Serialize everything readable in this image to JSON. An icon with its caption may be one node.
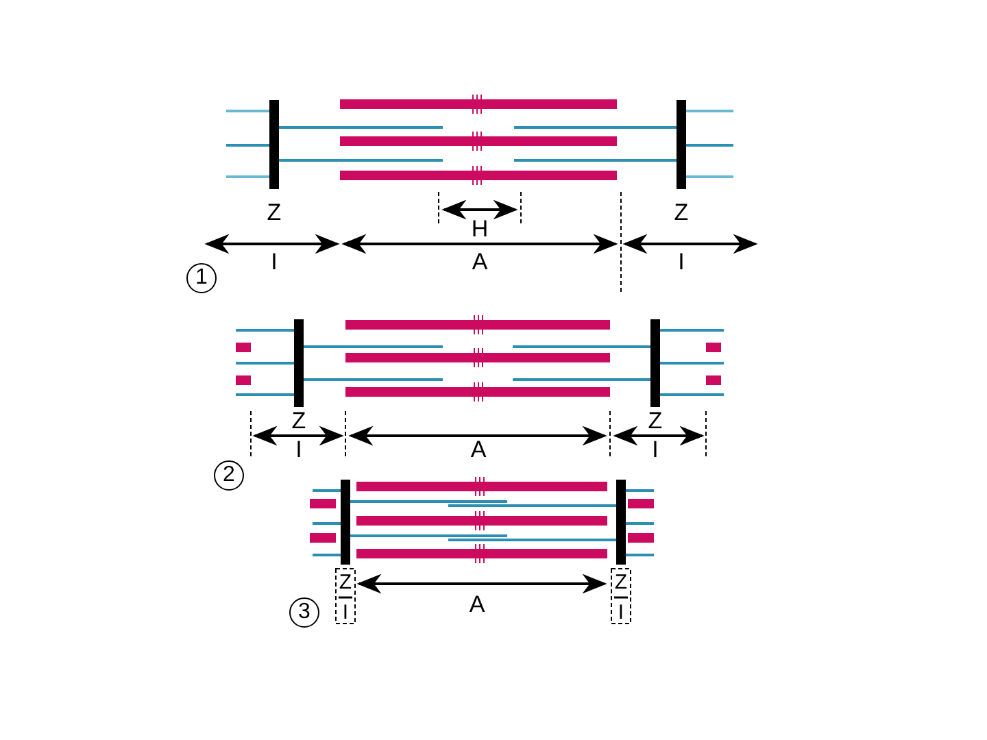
{
  "diagram": {
    "labels": [
      "Z",
      "Z",
      "H",
      "I",
      "A",
      "I",
      "1",
      "Z",
      "Z",
      "I",
      "A",
      "I",
      "2",
      "Z",
      "Z",
      "A",
      "3",
      "I",
      "I"
    ]
  }
}
